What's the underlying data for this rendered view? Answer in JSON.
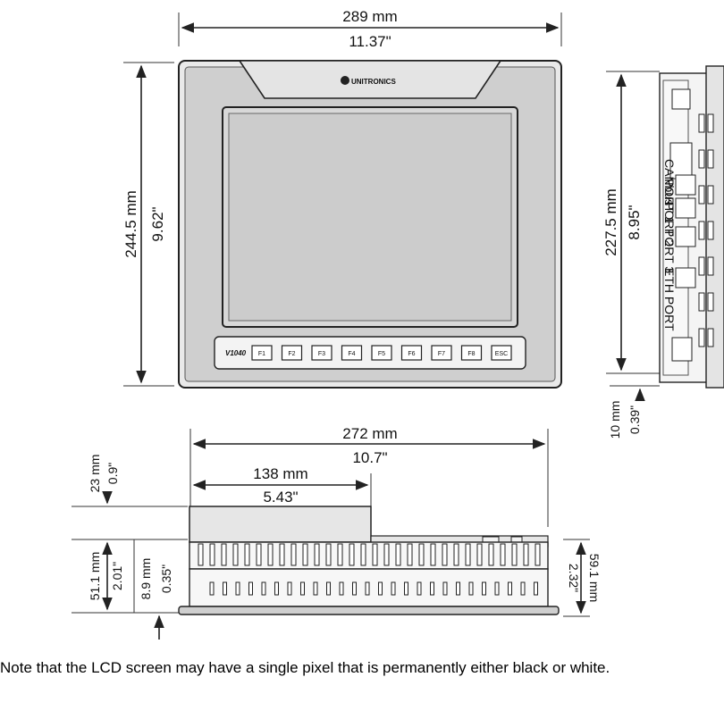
{
  "dimensions": {
    "front_width_mm": "289 mm",
    "front_width_in": "11.37\"",
    "front_height_mm": "244.5 mm",
    "front_height_in": "9.62\"",
    "side_height_mm": "227.5 mm",
    "side_height_in": "8.95\"",
    "side_depth_mm": "10 mm",
    "side_depth_in": "0.39\"",
    "bottom_width_mm": "272 mm",
    "bottom_width_in": "10.7\"",
    "half_width_mm": "138 mm",
    "half_width_in": "5.43\"",
    "top_clear_mm": "23 mm",
    "top_clear_in": "0.9\"",
    "body_depth_mm": "51.1 mm",
    "body_depth_in": "2.01\"",
    "bezel_depth_mm": "8.9 mm",
    "bezel_depth_in": "0.35\"",
    "total_depth_mm": "59.1 mm",
    "total_depth_in": "2.32\""
  },
  "device": {
    "brand": "UNITRONICS",
    "model": "V1040",
    "keys": [
      "F1",
      "F2",
      "F3",
      "F4",
      "F5",
      "F6",
      "F7",
      "F8",
      "ESC"
    ]
  },
  "side_labels": [
    "CANbus",
    "PORT 1",
    "PORT 2",
    "PORT 3",
    "ETH PORT"
  ],
  "note": "Note that the LCD screen may have a single pixel that is permanently either black or white."
}
